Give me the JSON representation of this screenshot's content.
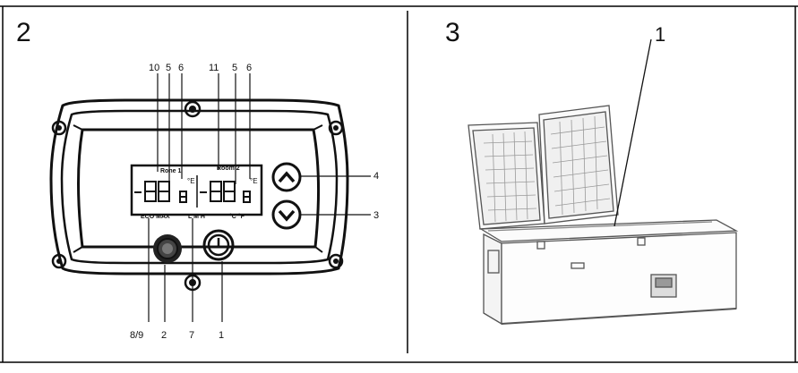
{
  "figure_left": {
    "panel_number": "2",
    "callouts": {
      "top": [
        "10",
        "5",
        "6",
        "11",
        "5",
        "6"
      ],
      "right": [
        "4",
        "3"
      ],
      "bottom": [
        "8/9",
        "2",
        "7",
        "1"
      ]
    },
    "display": {
      "zone1_label": "Rone 1",
      "zone2_label": "Room 2",
      "unit_symbol": "°E",
      "left_bottom_label": "ECO  MAX",
      "mid_bottom_label": "L M H",
      "right_bottom_label": "°C °F"
    }
  },
  "figure_right": {
    "panel_number": "3",
    "callout": "1"
  }
}
